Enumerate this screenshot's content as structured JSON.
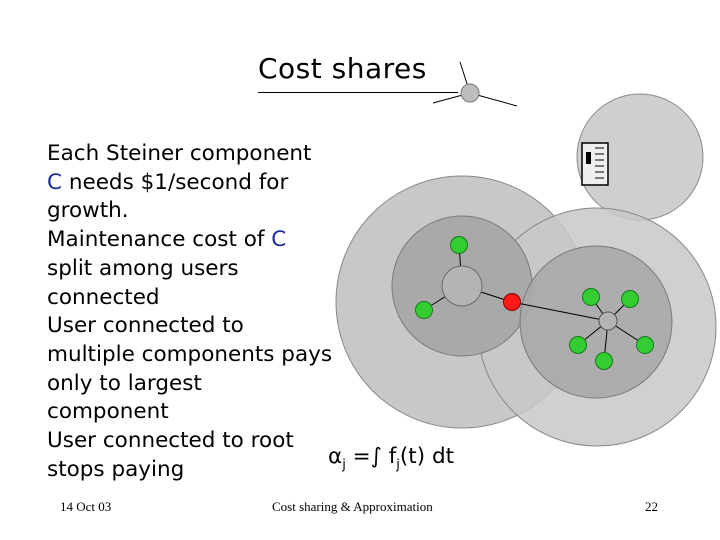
{
  "slide": {
    "title": "Cost shares",
    "lines": [
      {
        "pre": "Each Steiner component",
        "hl": "",
        "post": ""
      },
      {
        "pre": "",
        "hl": "C",
        "post": " needs $1/second for"
      },
      {
        "pre": "growth.",
        "hl": "",
        "post": ""
      },
      {
        "pre": "Maintenance cost of ",
        "hl": "C",
        "post": ""
      },
      {
        "pre": "split among users",
        "hl": "",
        "post": ""
      },
      {
        "pre": "connected",
        "hl": "",
        "post": ""
      },
      {
        "pre": "User connected to",
        "hl": "",
        "post": ""
      },
      {
        "pre": "multiple components pays",
        "hl": "",
        "post": ""
      },
      {
        "pre": "only to largest",
        "hl": "",
        "post": ""
      },
      {
        "pre": "component",
        "hl": "",
        "post": ""
      },
      {
        "pre": "User connected to root",
        "hl": "",
        "post": ""
      },
      {
        "pre": "stops paying",
        "hl": "",
        "post": ""
      }
    ],
    "formula": {
      "alpha": "α",
      "sub_j": "j",
      "eq": " =∫ f",
      "sub_j2": "j",
      "rest": "(t) dt"
    },
    "footer": {
      "date": "14 Oct 03",
      "center": "Cost sharing & Approximation",
      "page": "22"
    }
  },
  "colors": {
    "text": "#000000",
    "highlight": "#1f2a9e",
    "circle_fill": "#c8c8c8",
    "circle_overlap": "#a8a8a8",
    "user_node": "#33cc33",
    "shared_node": "#ff1a1a",
    "steiner_node": "#b4b4b4"
  },
  "icons": [
    "server-icon"
  ]
}
